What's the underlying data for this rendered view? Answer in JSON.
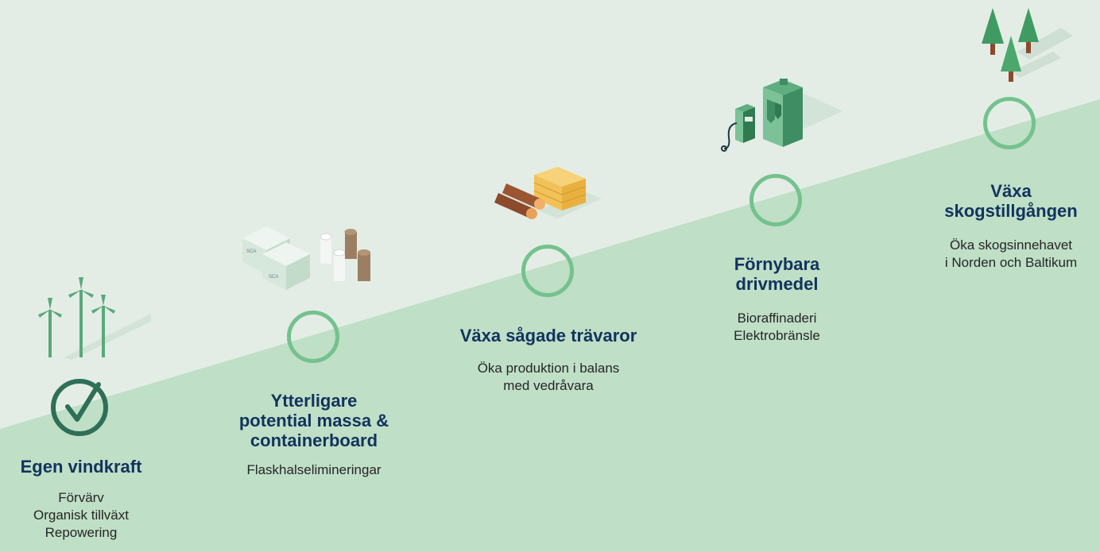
{
  "colors": {
    "background_light": "#e3ede5",
    "background_band": "#bfdfc6",
    "ring": "#74c28e",
    "done_check": "#2f6f58",
    "title": "#12325e",
    "text": "#262626"
  },
  "steps": [
    {
      "status": "done",
      "icon": "wind-turbines-icon",
      "title": "Egen vindkraft",
      "details": [
        "Förvärv",
        "Organisk tillväxt",
        "Repowering"
      ]
    },
    {
      "status": "planned",
      "icon": "pulp-bales-and-rolls-icon",
      "title_lines": [
        "Ytterligare",
        "potential massa &",
        "containerboard"
      ],
      "details": [
        "Flaskhalselimineringar"
      ]
    },
    {
      "status": "planned",
      "icon": "logs-and-lumber-icon",
      "title": "Växa sågade trävaror",
      "details": [
        "Öka produktion i balans",
        "med vedråvara"
      ]
    },
    {
      "status": "planned",
      "icon": "fuel-pump-and-refinery-icon",
      "title_lines": [
        "Förnybara",
        "drivmedel"
      ],
      "details": [
        "Bioraffinaderi",
        "Elektrobränsle"
      ]
    },
    {
      "status": "planned",
      "icon": "trees-icon",
      "title_lines": [
        "Växa",
        "skogstillgången"
      ],
      "details": [
        "Öka skogsinnehavet",
        "i Norden och Baltikum"
      ]
    }
  ]
}
